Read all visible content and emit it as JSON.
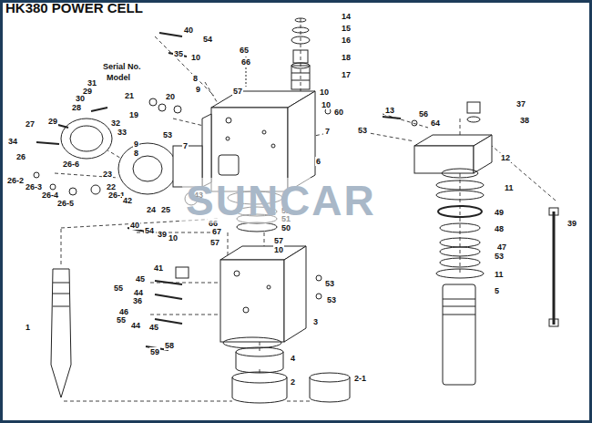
{
  "diagram": {
    "title": "HK380 POWER CELL",
    "labels": [
      "Serial No.",
      "Model",
      "40",
      "54",
      "35",
      "10",
      "65",
      "66",
      "14",
      "15",
      "16",
      "18",
      "17",
      "8",
      "9",
      "57",
      "10",
      "10",
      "60",
      "7",
      "6",
      "31",
      "29",
      "30",
      "28",
      "21",
      "20",
      "19",
      "32",
      "27",
      "29",
      "33",
      "53",
      "9",
      "8",
      "7",
      "34",
      "26",
      "26-6",
      "26-2",
      "26-3",
      "26-4",
      "26-5",
      "26-1",
      "42",
      "23",
      "22",
      "43",
      "24",
      "25",
      "52",
      "51",
      "50",
      "66",
      "67",
      "40",
      "54",
      "39",
      "10",
      "57",
      "57",
      "10",
      "41",
      "53",
      "45",
      "55",
      "44",
      "36",
      "53",
      "46",
      "55",
      "44",
      "45",
      "3",
      "58",
      "59",
      "4",
      "2",
      "2-1",
      "1",
      "13",
      "56",
      "64",
      "53",
      "37",
      "38",
      "12",
      "11",
      "49",
      "48",
      "47",
      "53",
      "11",
      "5",
      "39",
      "SUNCAR"
    ]
  }
}
